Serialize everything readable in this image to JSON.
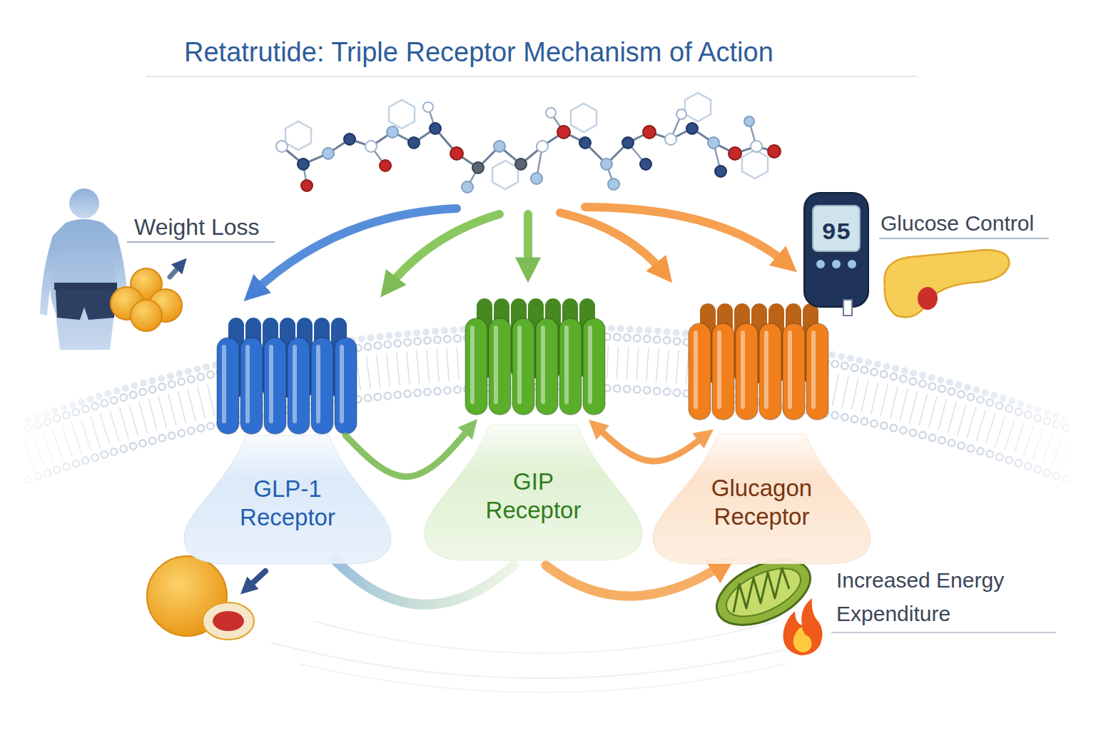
{
  "diagram": {
    "title": "Retatrutide: Triple Receptor Mechanism of Action",
    "nodes": [
      {
        "text": [
          "GLP-1 Receptor"
        ]
      },
      {
        "text": [
          "GIP Receptor"
        ]
      },
      {
        "text": [
          "Glucagon Receptor"
        ]
      }
    ],
    "edges": [
      {
        "from": 0,
        "to": 1,
        "arrow": "to"
      },
      {
        "from": 2,
        "to": 1,
        "arrow": "both"
      }
    ],
    "labels": [
      "Weight Loss",
      "95",
      "Glucose Control",
      "Increased Energy Expenditure"
    ]
  }
}
